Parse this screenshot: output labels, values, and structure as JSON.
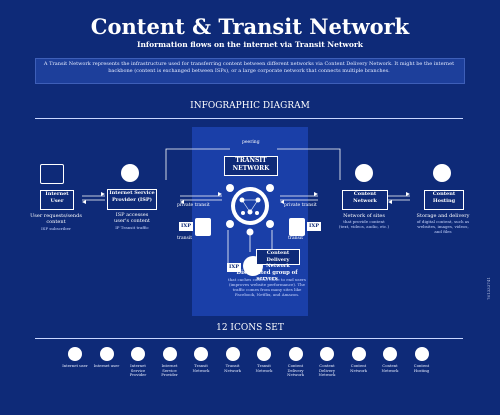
{
  "header": {
    "title": "Content & Transit Network",
    "subtitle": "Information flows on the internet via Transit Network",
    "description": "A Transit Network represents the infrastructure used for transferring content between different networks via Content Delivery Network. It might be the internet backbone (content is exchanged between ISPs), or a large corporate network that connects multiple branches."
  },
  "diagram": {
    "section_title": "INFOGRAPHIC DIAGRAM",
    "peering": "peering",
    "transit_network": "TRANSIT NETWORK",
    "private_transit_left": "private transit",
    "private_transit_right": "private transit",
    "transit_left": "transit",
    "transit_right": "transit",
    "ixp": "IXP",
    "cdn_box": "Content Delivery Network",
    "cdn_caption": "Distributed group of servers",
    "cdn_caption_small": "that caches content close to end users (improves website performance). The traffic comes from many sites like Facebook, Netflix, and Amazon.",
    "internet_user": "Internet User",
    "internet_user_caption": "User requests/sends content",
    "internet_user_small": "ISP subscriber",
    "isp": "Internet Service Provider (ISP)",
    "isp_caption": "ISP accesses user's content",
    "isp_small": "IP Transit traffic",
    "content_network": "Content Network",
    "content_network_caption": "Network of sites",
    "content_network_small": "that provide content (text, videos, audio, etc.)",
    "content_hosting": "Content Hosting",
    "content_hosting_caption": "Storage and delivery",
    "content_hosting_small": "of digital content, such as websites, images, videos, and files"
  },
  "icons_set": {
    "section_title": "12 ICONS SET",
    "items": [
      {
        "label": "Internet user",
        "icon": "monitor-user-icon"
      },
      {
        "label": "Internet user",
        "icon": "user-icon"
      },
      {
        "label": "Internet Service Provider",
        "icon": "isp-tower-icon"
      },
      {
        "label": "Internet Service Provider",
        "icon": "isp-building-icon"
      },
      {
        "label": "Transit Network",
        "icon": "transit-globe-icon"
      },
      {
        "label": "Transit Network",
        "icon": "transit-network-icon"
      },
      {
        "label": "Transit Network",
        "icon": "transit-cloud-icon"
      },
      {
        "label": "Content Delivery Network",
        "icon": "cdn-server-icon"
      },
      {
        "label": "Content Delivery Network",
        "icon": "cdn-cloud-icon"
      },
      {
        "label": "Content Network",
        "icon": "content-network-icon"
      },
      {
        "label": "Content Network",
        "icon": "content-cloud-icon"
      },
      {
        "label": "Content Hosting",
        "icon": "hosting-server-icon"
      }
    ]
  },
  "watermark": "761333741"
}
